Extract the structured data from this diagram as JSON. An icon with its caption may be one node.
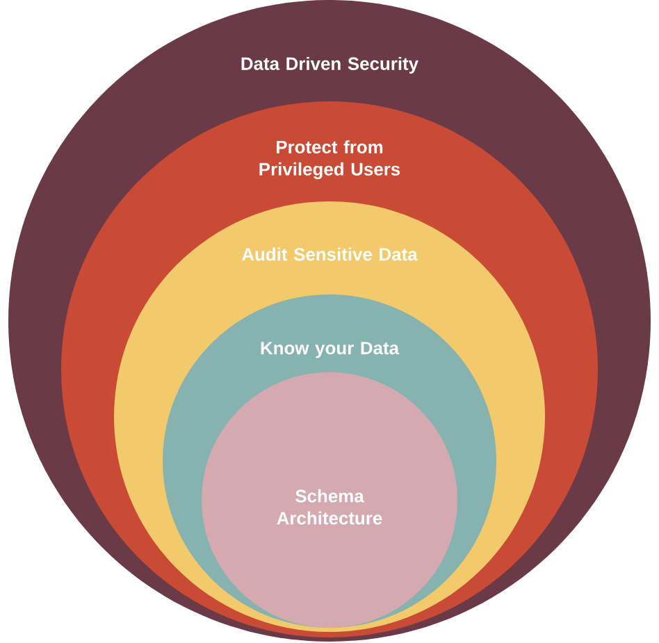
{
  "diagram": {
    "nodes": [
      {
        "text": [
          "Data Driven Security"
        ]
      },
      {
        "text": [
          "Protect from Privileged Users"
        ],
        "in": 0
      },
      {
        "text": [
          "Audit Sensitive Data"
        ],
        "in": 1
      },
      {
        "text": [
          "Know your Data"
        ],
        "in": 2
      },
      {
        "text": [
          "Schema Architecture"
        ],
        "in": 3
      }
    ]
  }
}
